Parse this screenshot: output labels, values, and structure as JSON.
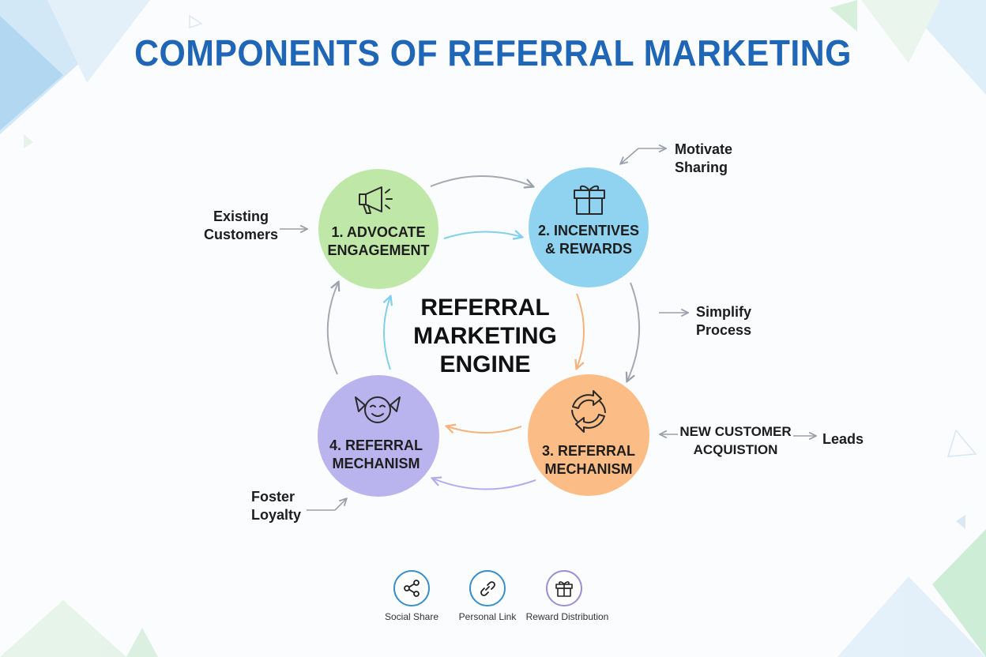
{
  "title": "COMPONENTS OF REFERRAL MARKETING",
  "center": {
    "line1": "REFERRAL",
    "line2": "MARKETING",
    "line3": "ENGINE"
  },
  "nodes": [
    {
      "line1": "1. ADVOCATE",
      "line2": "ENGAGEMENT",
      "color": "#bfe7a8",
      "icon": "megaphone-icon"
    },
    {
      "line1": "2. INCENTIVES",
      "line2": "& REWARDS",
      "color": "#8fd3f0",
      "icon": "gift-icon"
    },
    {
      "line1": "3. REFERRAL",
      "line2": "MECHANISM",
      "color": "#fbbd85",
      "icon": "cycle-arrows-icon"
    },
    {
      "line1": "4. REFERRAL",
      "line2": "MECHANISM",
      "color": "#b9b4ee",
      "icon": "smiling-face-icon"
    }
  ],
  "notes": {
    "existing": {
      "line1": "Existing",
      "line2": "Customers"
    },
    "motivate": {
      "line1": "Motivate",
      "line2": "Sharing"
    },
    "simplify": {
      "line1": "Simplify",
      "line2": "Process"
    },
    "acquisition": {
      "line1": "NEW CUSTOMER",
      "line2": "ACQUISTION"
    },
    "leads": "Leads",
    "foster": {
      "line1": "Foster",
      "line2": "Loyalty"
    }
  },
  "tools": [
    {
      "label": "Social Share",
      "icon": "share-icon",
      "color": "#3a8fc9"
    },
    {
      "label": "Personal Link",
      "icon": "link-icon",
      "color": "#3a8fc9"
    },
    {
      "label": "Reward Distribution",
      "icon": "gift-icon",
      "color": "#9b8fd6"
    }
  ]
}
